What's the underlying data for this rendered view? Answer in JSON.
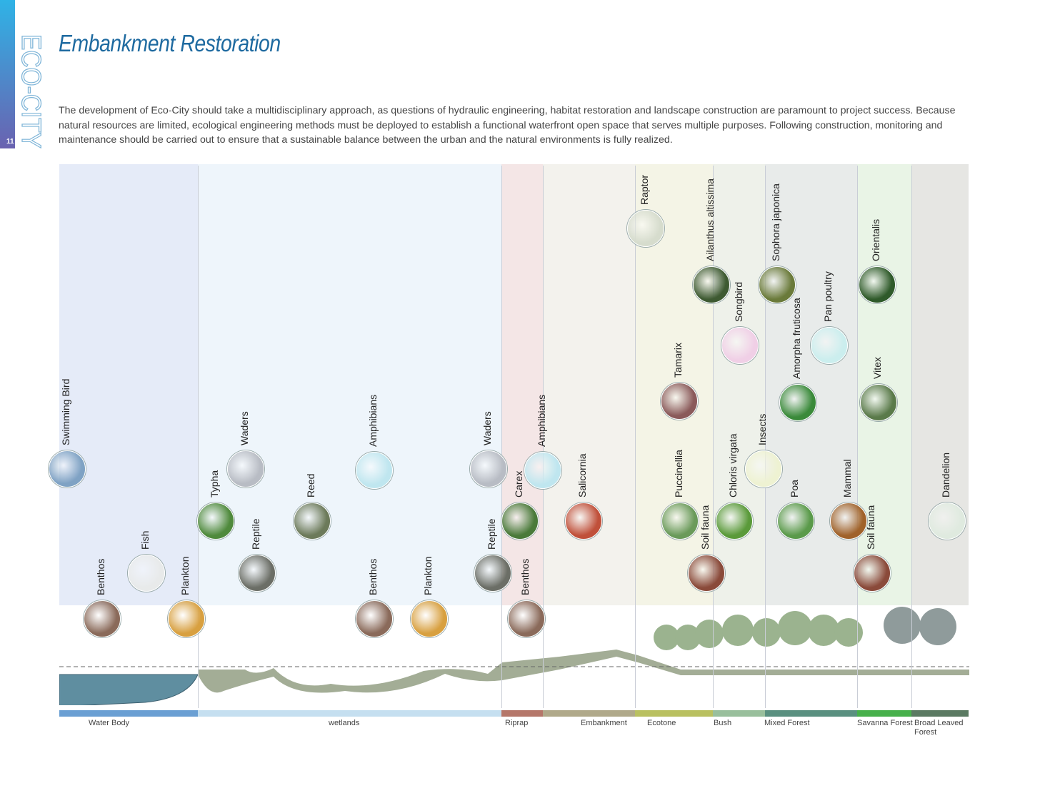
{
  "header": {
    "brand": "ECO-CITY",
    "page_number": "11",
    "title": "Embankment  Restoration"
  },
  "intro": "The development of Eco-City should take a multidisciplinary approach, as questions of hydraulic engineering, habitat restoration and landscape construction are paramount to project success. Because natural resources are limited, ecological engineering methods must be deployed  to establish a functional waterfront open space that serves multiple purposes. Following construction, monitoring and maintenance should be carried out to ensure that a sustainable balance between the urban and the natural environments is fully realized.",
  "zones": [
    {
      "label": "Water Body",
      "color": "#6a9fd3",
      "bg": "#e5ebf8"
    },
    {
      "label": "wetlands",
      "color": "#c5dff0",
      "bg": "#eef5fb"
    },
    {
      "label": "Riprap",
      "color": "#b5776a",
      "bg": "#f4e6e6"
    },
    {
      "label": "Embankment",
      "color": "#b0a98a",
      "bg": "#f3f2ed"
    },
    {
      "label": "Ecotone",
      "color": "#b9c060",
      "bg": "#f4f4e6"
    },
    {
      "label": "Bush",
      "color": "#99bf9c",
      "bg": "#eef1ea"
    },
    {
      "label": "Mixed Forest",
      "color": "#5a9080",
      "bg": "#e8ebea"
    },
    {
      "label": "Savanna Forest",
      "color": "#47b04b",
      "bg": "#e9f4e6"
    },
    {
      "label": "Broad Leaved Forest",
      "color": "#5b7a62",
      "bg": "#e6e6e3"
    }
  ],
  "species": [
    {
      "label": "Swimming Bird",
      "color": "#7fa2c4"
    },
    {
      "label": "Benthos",
      "color": "#8a6a5a"
    },
    {
      "label": "Fish",
      "color": "#e8eaea"
    },
    {
      "label": "Plankton",
      "color": "#d8a040"
    },
    {
      "label": "Typha",
      "color": "#4f8a3c"
    },
    {
      "label": "Waders",
      "color": "#b8bcc4"
    },
    {
      "label": "Reptile",
      "color": "#6b6e66"
    },
    {
      "label": "Reed",
      "color": "#6c7a5a"
    },
    {
      "label": "Amphibians",
      "color": "#bfe6ef"
    },
    {
      "label": "Benthos",
      "color": "#8a6a5a"
    },
    {
      "label": "Plankton",
      "color": "#d8a040"
    },
    {
      "label": "Waders",
      "color": "#b8bcc4"
    },
    {
      "label": "Reptile",
      "color": "#6b6e66"
    },
    {
      "label": "Carex",
      "color": "#4a7a3a"
    },
    {
      "label": "Benthos",
      "color": "#8a6a5a"
    },
    {
      "label": "Amphibians",
      "color": "#bfe6ef"
    },
    {
      "label": "Salicornia",
      "color": "#c0503a"
    },
    {
      "label": "Raptor",
      "color": "#d6dccd"
    },
    {
      "label": "Tamarix",
      "color": "#8a5a5a"
    },
    {
      "label": "Puccinellia",
      "color": "#6a9a5a"
    },
    {
      "label": "Ailanthus altissima",
      "color": "#3e5a32"
    },
    {
      "label": "Soil fauna",
      "color": "#8a4a3a"
    },
    {
      "label": "Songbird",
      "color": "#f0cfe6"
    },
    {
      "label": "Chloris virgata",
      "color": "#5a9a3a"
    },
    {
      "label": "Insects",
      "color": "#eef2d2"
    },
    {
      "label": "Sophora japonica",
      "color": "#6a7a3a"
    },
    {
      "label": "Amorpha fruticosa",
      "color": "#3a8a3a"
    },
    {
      "label": "Poa",
      "color": "#5a9a4a"
    },
    {
      "label": "Pan poultry",
      "color": "#cbeeee"
    },
    {
      "label": "Mammal",
      "color": "#a0622a"
    },
    {
      "label": "Orientalis",
      "color": "#2f5a2a"
    },
    {
      "label": "Vitex",
      "color": "#5a7a4a"
    },
    {
      "label": "Soil fauna",
      "color": "#8a4a3a"
    },
    {
      "label": "Dandelion",
      "color": "#dfeadf"
    }
  ]
}
